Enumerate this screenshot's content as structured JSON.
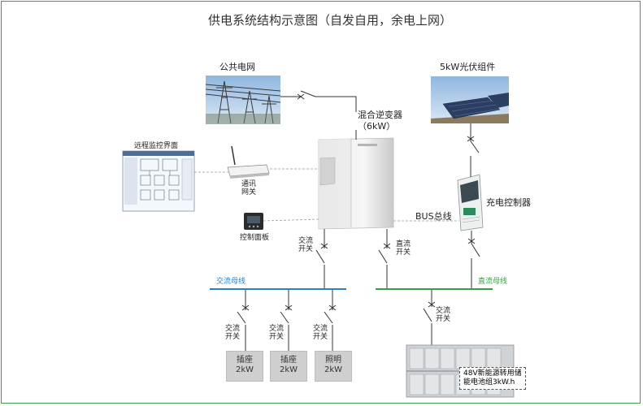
{
  "title": "供电系统结构示意图（自发自用，余电上网）",
  "grid_label": "公共电网",
  "pv_label": "5kW光伏组件",
  "inverter_label": "混合逆变器",
  "inverter_power": "（6kW）",
  "remote_label": "远程监控界面",
  "gateway_label_line1": "通讯",
  "gateway_label_line2": "网关",
  "panel_label": "控制面板",
  "controller_label": "充电控制器",
  "bus_label": "BUS总线",
  "ac_switch_line1": "交流",
  "ac_switch_line2": "开关",
  "dc_switch_line1": "直流",
  "dc_switch_line2": "开关",
  "ac_busbar_label": "交流母线",
  "dc_busbar_label": "直流母线",
  "loads": [
    {
      "name": "插座",
      "power": "2kW"
    },
    {
      "name": "插座",
      "power": "2kW"
    },
    {
      "name": "照明",
      "power": "2kW"
    }
  ],
  "battery_label_line1": "48V新能源转用储",
  "battery_label_line2": "能电池组3kW.h",
  "colors": {
    "ac_bus": "#2d7fc2",
    "dc_bus": "#3f9b4a",
    "frame": "#3f9b4a"
  }
}
